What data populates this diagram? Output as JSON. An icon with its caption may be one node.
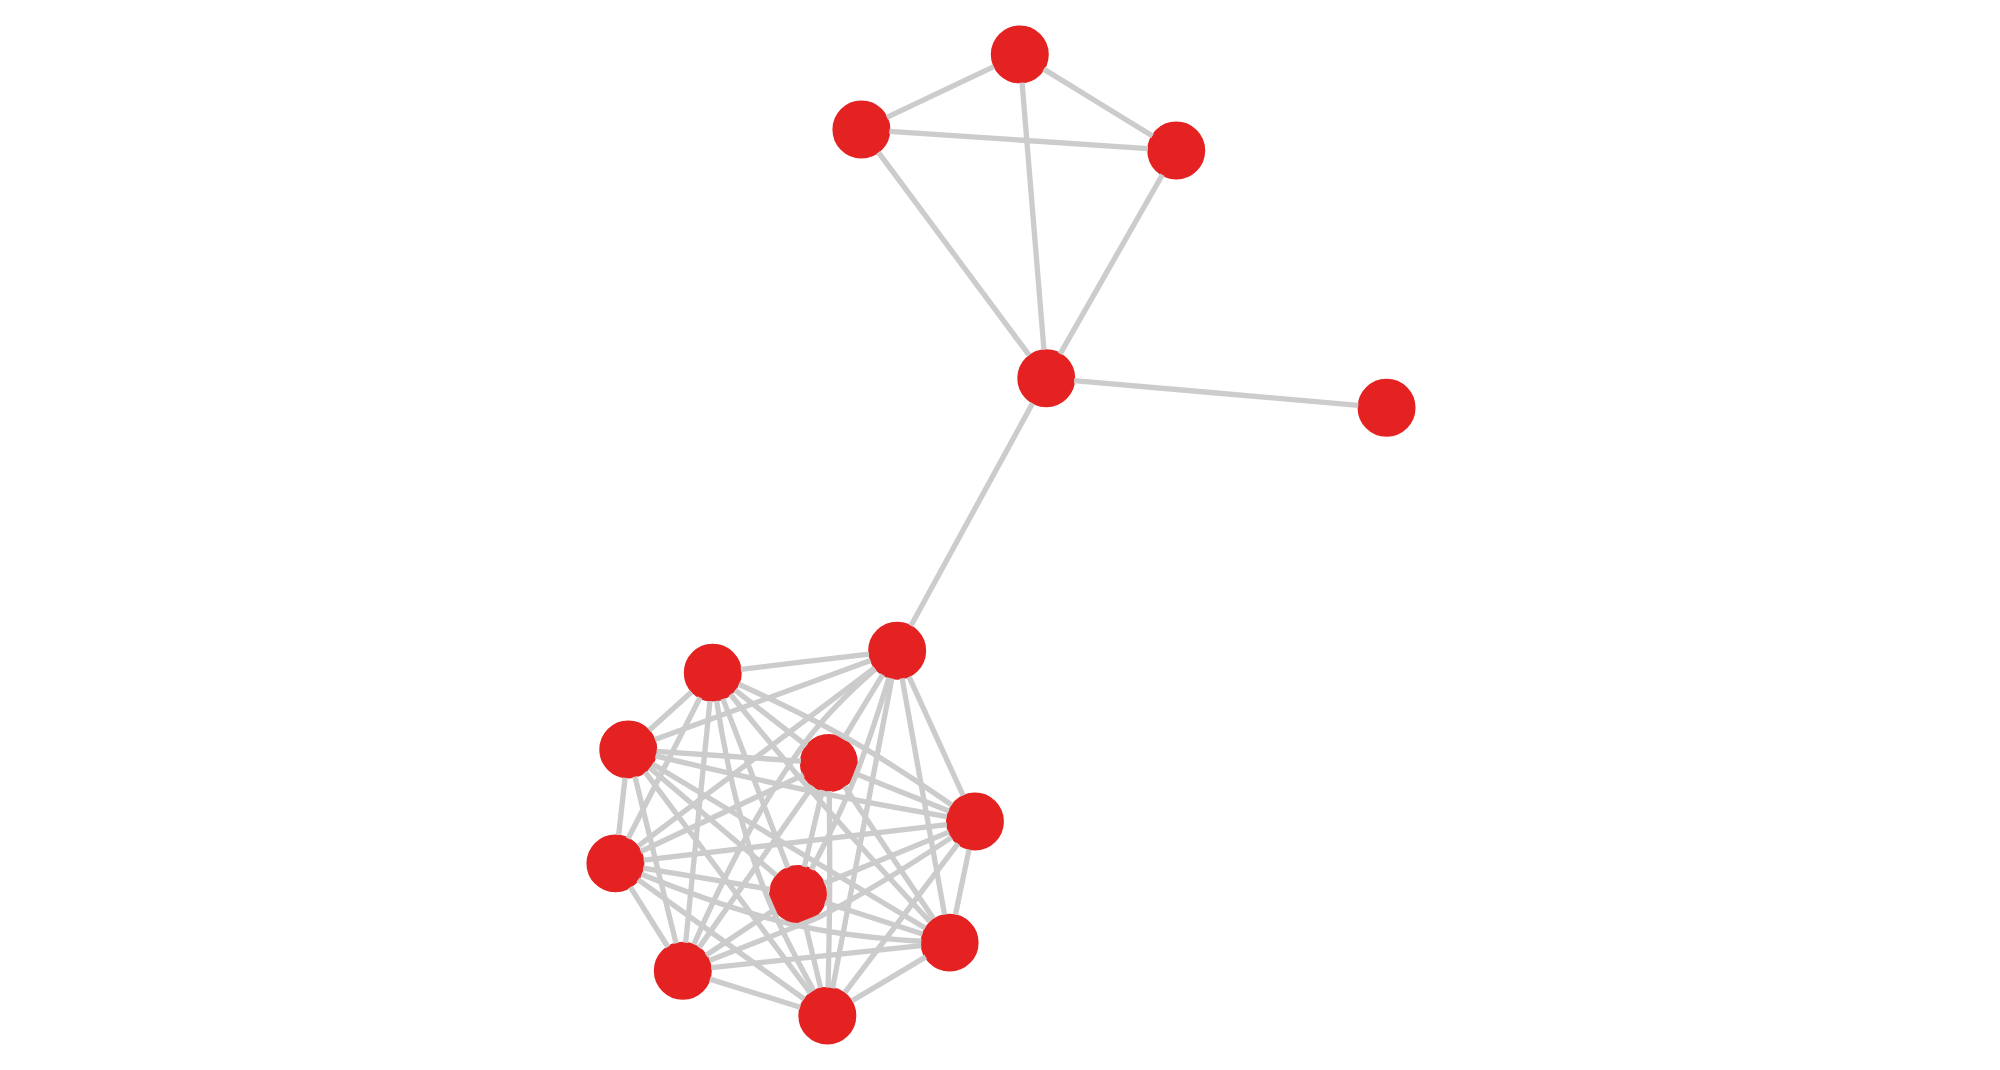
{
  "diagram": {
    "nodes": [
      {
        "text": [],
        "shape": "circle"
      },
      {
        "text": [],
        "shape": "circle"
      },
      {
        "text": [],
        "shape": "circle"
      },
      {
        "text": [],
        "shape": "circle"
      },
      {
        "text": [],
        "shape": "circle"
      },
      {
        "text": [],
        "shape": "circle"
      },
      {
        "text": [],
        "shape": "circle"
      },
      {
        "text": [],
        "shape": "circle"
      },
      {
        "text": [],
        "shape": "circle"
      },
      {
        "text": [],
        "shape": "circle"
      },
      {
        "text": [],
        "shape": "circle"
      },
      {
        "text": [],
        "shape": "circle"
      },
      {
        "text": [],
        "shape": "circle"
      },
      {
        "text": [],
        "shape": "circle"
      },
      {
        "text": [],
        "shape": "circle"
      }
    ],
    "edges": [
      {
        "from": 0,
        "to": 1,
        "arrow": "none"
      },
      {
        "from": 0,
        "to": 2,
        "arrow": "none"
      },
      {
        "from": 0,
        "to": 3,
        "arrow": "none"
      },
      {
        "from": 0,
        "to": 4,
        "arrow": "none"
      },
      {
        "from": 0,
        "to": 5,
        "arrow": "none"
      },
      {
        "from": 0,
        "to": 6,
        "arrow": "none"
      },
      {
        "from": 0,
        "to": 7,
        "arrow": "none"
      },
      {
        "from": 0,
        "to": 8,
        "arrow": "none"
      },
      {
        "from": 0,
        "to": 9,
        "arrow": "none"
      },
      {
        "from": 1,
        "to": 2,
        "arrow": "none"
      },
      {
        "from": 1,
        "to": 3,
        "arrow": "none"
      },
      {
        "from": 1,
        "to": 4,
        "arrow": "none"
      },
      {
        "from": 1,
        "to": 5,
        "arrow": "none"
      },
      {
        "from": 1,
        "to": 6,
        "arrow": "none"
      },
      {
        "from": 1,
        "to": 7,
        "arrow": "none"
      },
      {
        "from": 1,
        "to": 8,
        "arrow": "none"
      },
      {
        "from": 1,
        "to": 9,
        "arrow": "none"
      },
      {
        "from": 2,
        "to": 3,
        "arrow": "none"
      },
      {
        "from": 2,
        "to": 4,
        "arrow": "none"
      },
      {
        "from": 2,
        "to": 5,
        "arrow": "none"
      },
      {
        "from": 2,
        "to": 6,
        "arrow": "none"
      },
      {
        "from": 2,
        "to": 7,
        "arrow": "none"
      },
      {
        "from": 2,
        "to": 8,
        "arrow": "none"
      },
      {
        "from": 2,
        "to": 9,
        "arrow": "none"
      },
      {
        "from": 3,
        "to": 4,
        "arrow": "none"
      },
      {
        "from": 3,
        "to": 5,
        "arrow": "none"
      },
      {
        "from": 3,
        "to": 6,
        "arrow": "none"
      },
      {
        "from": 3,
        "to": 7,
        "arrow": "none"
      },
      {
        "from": 3,
        "to": 8,
        "arrow": "none"
      },
      {
        "from": 3,
        "to": 9,
        "arrow": "none"
      },
      {
        "from": 4,
        "to": 5,
        "arrow": "none"
      },
      {
        "from": 4,
        "to": 6,
        "arrow": "none"
      },
      {
        "from": 4,
        "to": 7,
        "arrow": "none"
      },
      {
        "from": 4,
        "to": 8,
        "arrow": "none"
      },
      {
        "from": 4,
        "to": 9,
        "arrow": "none"
      },
      {
        "from": 5,
        "to": 6,
        "arrow": "none"
      },
      {
        "from": 5,
        "to": 7,
        "arrow": "none"
      },
      {
        "from": 5,
        "to": 8,
        "arrow": "none"
      },
      {
        "from": 5,
        "to": 9,
        "arrow": "none"
      },
      {
        "from": 6,
        "to": 7,
        "arrow": "none"
      },
      {
        "from": 6,
        "to": 8,
        "arrow": "none"
      },
      {
        "from": 6,
        "to": 9,
        "arrow": "none"
      },
      {
        "from": 7,
        "to": 8,
        "arrow": "none"
      },
      {
        "from": 7,
        "to": 9,
        "arrow": "none"
      },
      {
        "from": 8,
        "to": 9,
        "arrow": "none"
      },
      {
        "from": 9,
        "to": 10,
        "arrow": "none"
      },
      {
        "from": 10,
        "to": 11,
        "arrow": "none"
      },
      {
        "from": 10,
        "to": 13,
        "arrow": "none"
      },
      {
        "from": 10,
        "to": 14,
        "arrow": "none"
      },
      {
        "from": 10,
        "to": 12,
        "arrow": "none"
      },
      {
        "from": 11,
        "to": 13,
        "arrow": "none"
      },
      {
        "from": 11,
        "to": 14,
        "arrow": "none"
      },
      {
        "from": 13,
        "to": 14,
        "arrow": "none"
      }
    ]
  }
}
